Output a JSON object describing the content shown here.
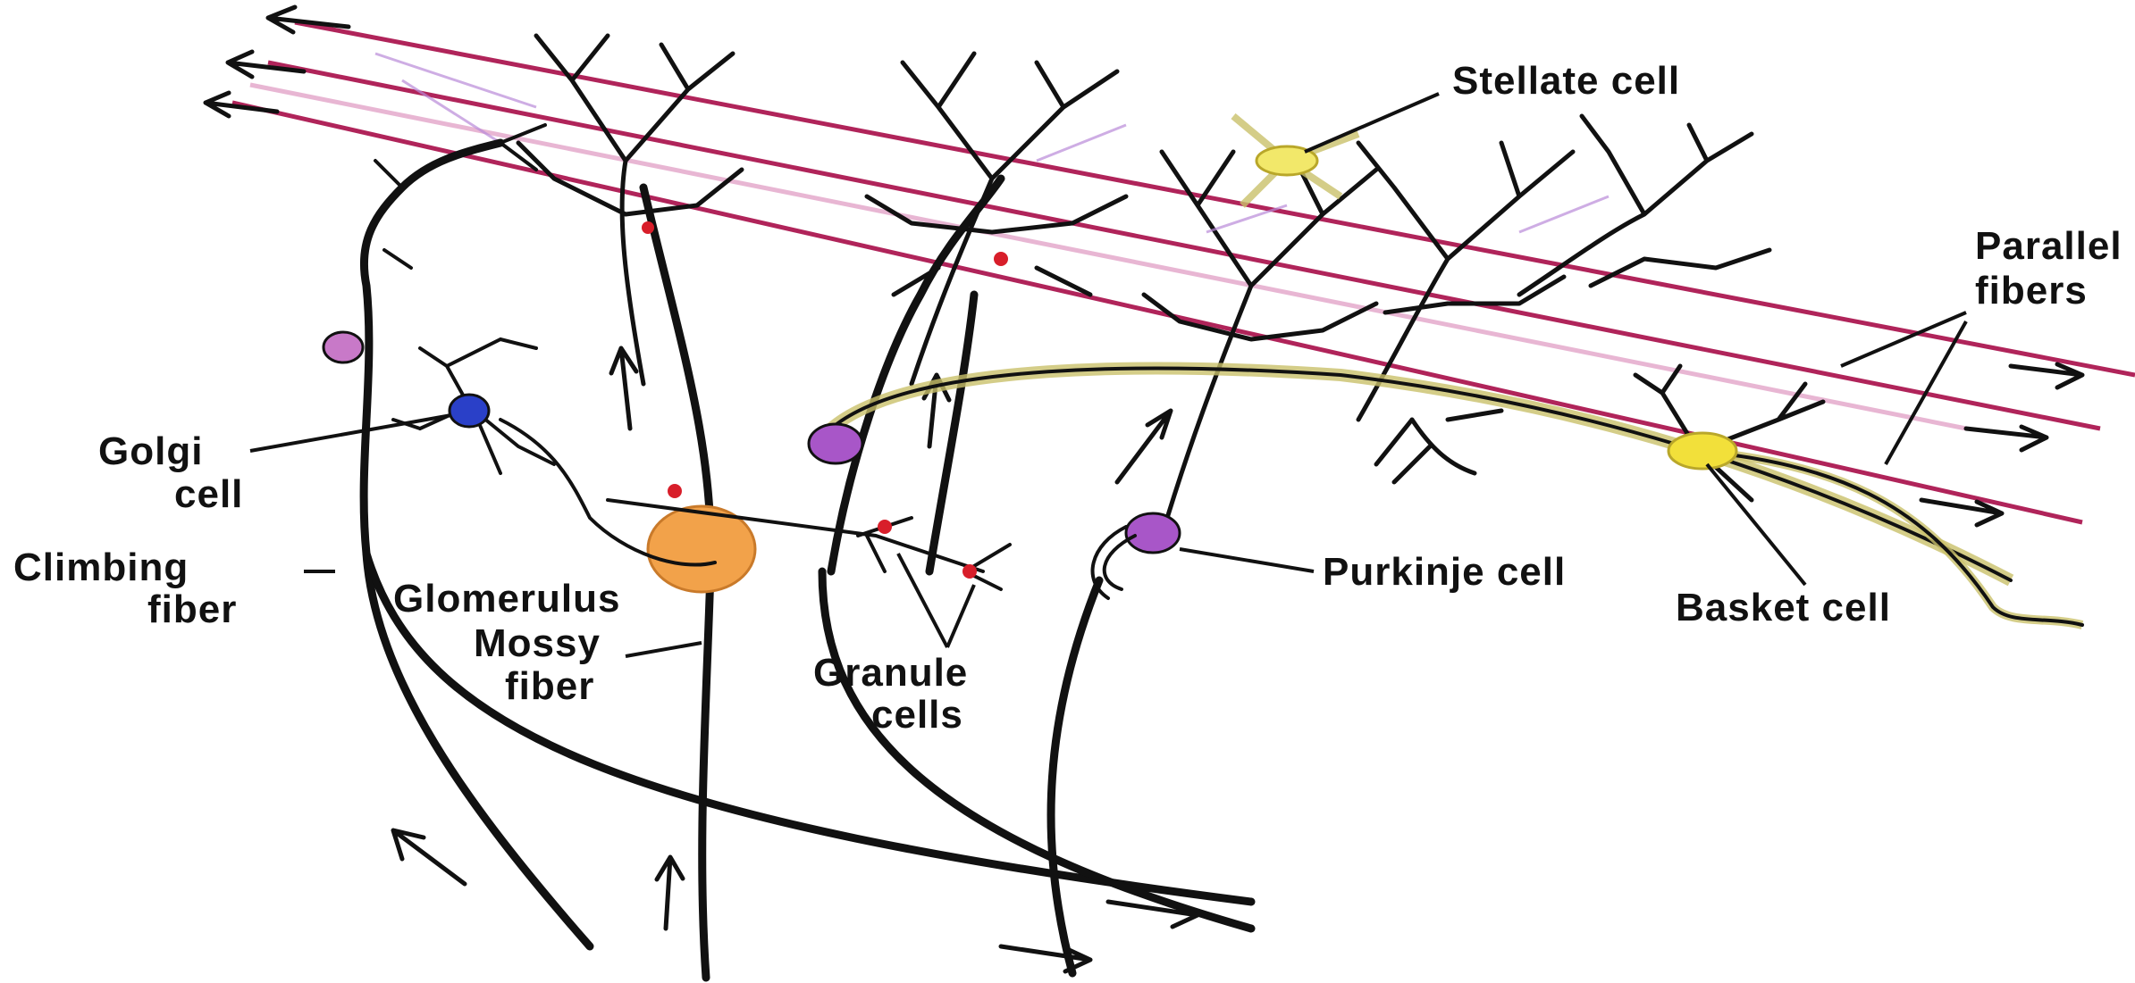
{
  "labels": {
    "stellate": "Stellate cell",
    "parallel_1": "Parallel",
    "parallel_2": "fibers",
    "golgi_1": "Golgi",
    "golgi_2": "cell",
    "climbing_1": "Climbing",
    "climbing_2": "fiber",
    "glomerulus": "Glomerulus",
    "mossy_1": "Mossy",
    "mossy_2": "fiber",
    "granule_1": "Granule",
    "granule_2": "cells",
    "purkinje": "Purkinje cell",
    "basket": "Basket cell"
  },
  "colors": {
    "parallel_fiber": "#b0245a",
    "parallel_fiber_light": "#d985b5",
    "golgi_cell": "#2a40c8",
    "purkinje_soma": "#a856c8",
    "glomerulus": "#f2a24a",
    "basket_cell": "#f2e03a",
    "stellate_cell": "#f2e86a",
    "synapse": "#d81e2a",
    "axon_outline": "#c9c06a",
    "dendrite_tint": "#b98ad8"
  }
}
